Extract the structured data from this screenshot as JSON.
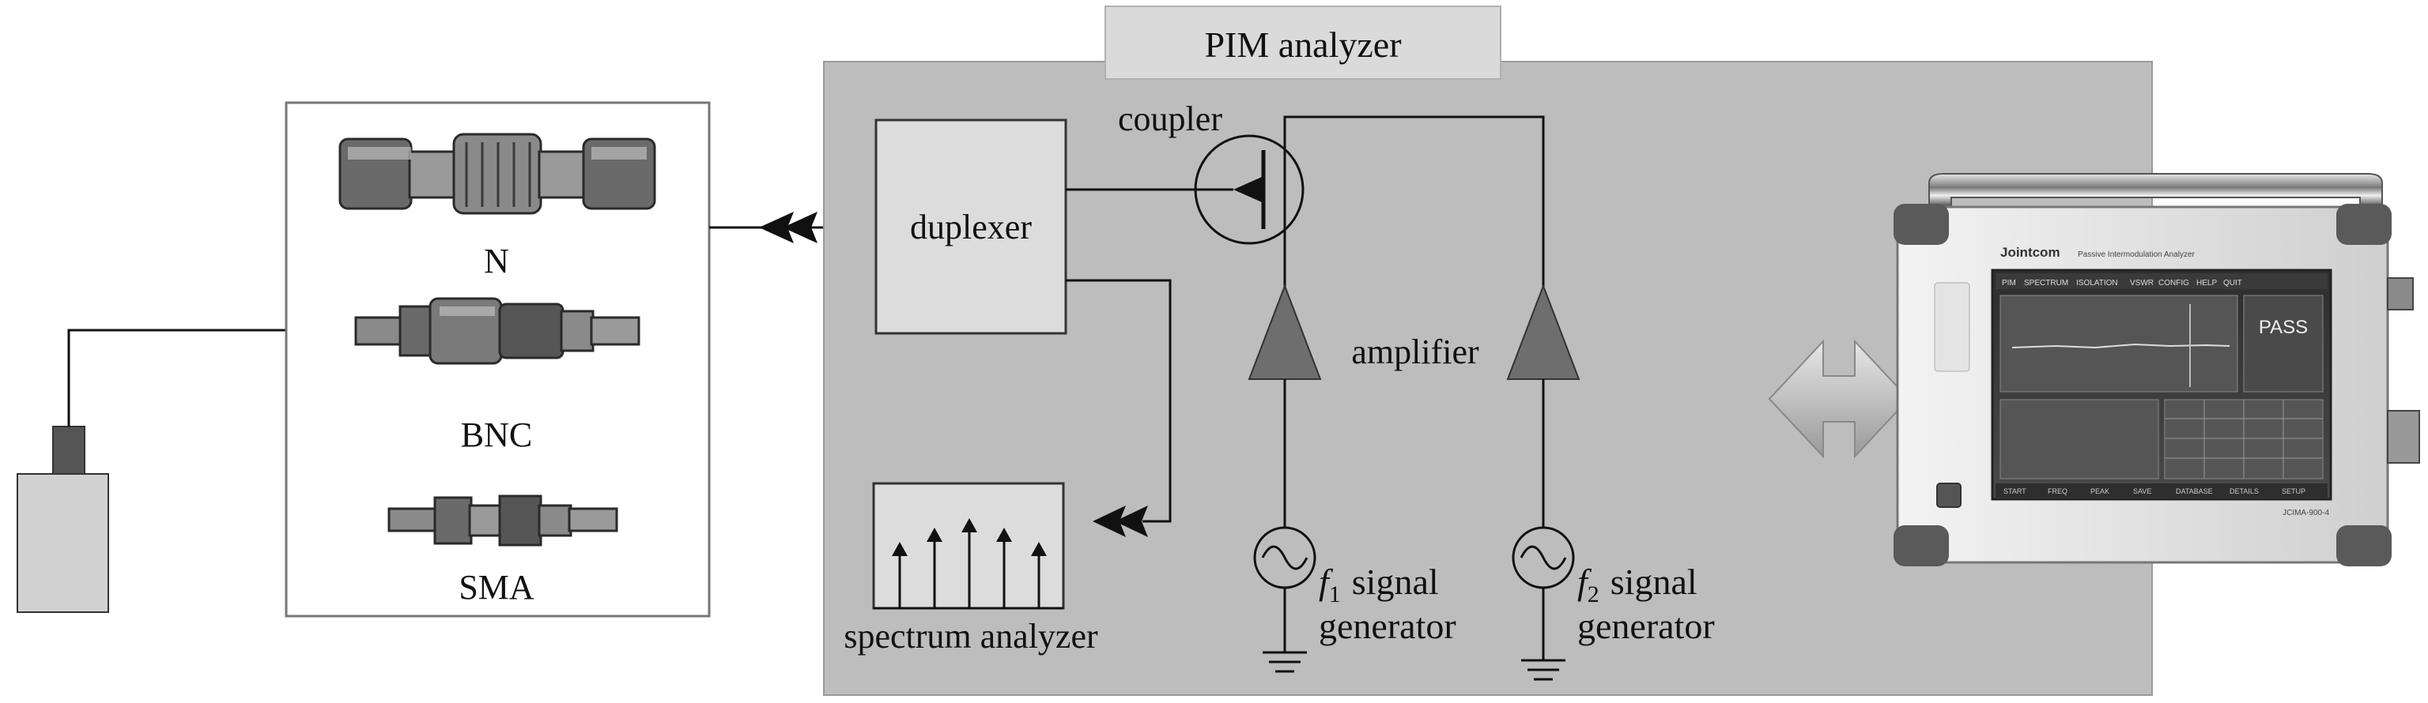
{
  "labels": {
    "pim_analyzer": "PIM analyzer",
    "coupler": "coupler",
    "duplexer": "duplexer",
    "amplifier": "amplifier",
    "spectrum_analyzer": "spectrum analyzer",
    "gen1_f": "f",
    "gen1_sub": "1",
    "gen1_signal": "signal",
    "gen1_generator": "generator",
    "gen2_f": "f",
    "gen2_sub": "2",
    "gen2_signal": "signal",
    "gen2_generator": "generator",
    "connectors": [
      "N",
      "BNC",
      "SMA"
    ]
  },
  "device": {
    "brand": "Jointcom",
    "subtitle": "Passive Intermodulation Analyzer",
    "menu": [
      "PIM",
      "SPECTRUM",
      "ISOLATION",
      "VSWR",
      "CONFIG",
      "HELP",
      "QUIT"
    ],
    "result": "PASS",
    "softkeys": [
      "START",
      "FREQ",
      "PEAK",
      "SAVE",
      "DATABASE",
      "DETAILS",
      "SETUP"
    ],
    "model": "JCIMA-900-4"
  },
  "colors": {
    "analyzer_bg": "#bdbdbd",
    "box_fill": "#dcdcdc",
    "amp_fill": "#6e6e6e",
    "line": "#111111"
  }
}
